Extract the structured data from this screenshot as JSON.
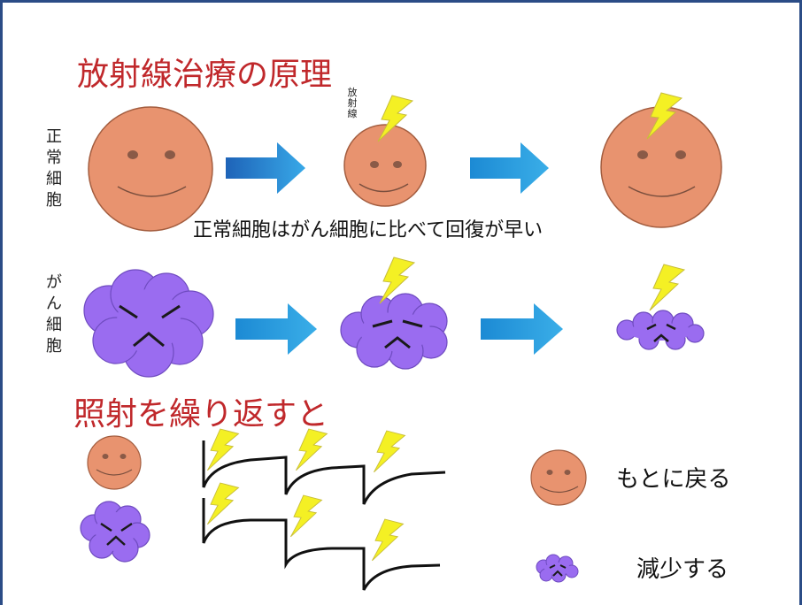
{
  "title": "放射線治療の原理",
  "normal_label": "正常細胞",
  "cancer_label": "がん細胞",
  "radiation_label": "放射線",
  "caption": "正常細胞はがん細胞に比べて回復が早い",
  "repeat_title": "照射を繰り返すと",
  "legend": {
    "normal_result": "もとに戻る",
    "cancer_result": "減少する"
  },
  "colors": {
    "title_red": "#c0282b",
    "normal_cell": "#e8936f",
    "cancer_cell": "#9a6cf0",
    "arrow_blue": "#2a8fd6",
    "bolt_yellow": "#f4f024",
    "frame_blue": "#2b4c86"
  }
}
